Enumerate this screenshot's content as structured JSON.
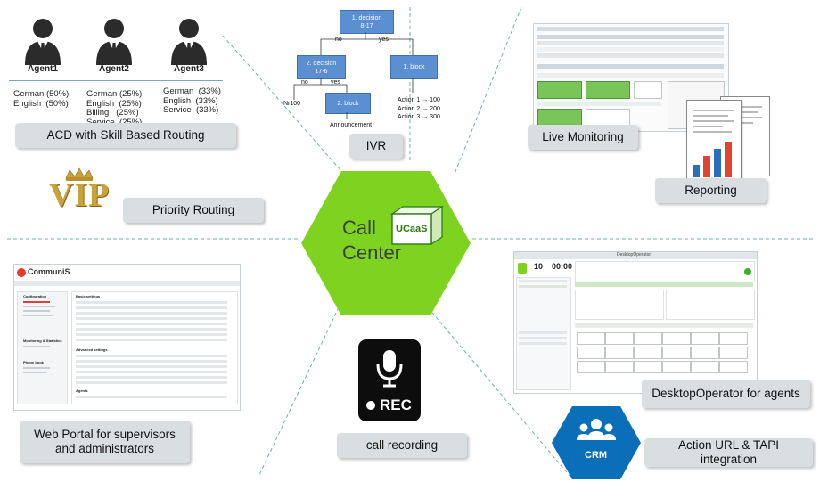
{
  "center": {
    "line1": "Call",
    "line2": "Center",
    "badge": "UCaaS"
  },
  "acd": {
    "agents": [
      {
        "name": "Agent1",
        "skills": "German (50%)\nEnglish  (50%)"
      },
      {
        "name": "Agent2",
        "skills": "German (25%)\nEnglish  (25%)\nBilling   (25%)\nService  (25%)"
      },
      {
        "name": "Agent3",
        "skills": "German  (33%)\nEnglish  (33%)\nService  (33%)"
      }
    ],
    "label": "ACD with Skill Based Routing"
  },
  "priority": {
    "logo_text": "VIP",
    "label": "Priority Routing"
  },
  "ivr": {
    "label": "IVR",
    "node1": "1. decision\n8-17",
    "node2": "2. decision\n17-6",
    "node3": "1. block",
    "node4": "2. block",
    "no1": "no",
    "yes1": "yes",
    "no2": "no",
    "yes2": "yes",
    "nr100": "Nr100",
    "actions": "Action 1 → 100\nAction 2 → 200\nAction 3 → 300",
    "announcement": "Announcement"
  },
  "monitoring": {
    "label": "Live Monitoring"
  },
  "reporting": {
    "label": "Reporting",
    "bar_colors": [
      "#2a6fbe",
      "#e0462f",
      "#2a6fbe",
      "#e0462f"
    ]
  },
  "webportal": {
    "label": "Web Portal for supervisors and administrators",
    "logo": "CommuniS",
    "menu": [
      "Configuration",
      "Monitoring & Statistics",
      "Phone book"
    ],
    "sections": [
      "Basic settings",
      "Advanced settings",
      "Agents"
    ]
  },
  "recording": {
    "label": "call recording",
    "badge": "REC"
  },
  "desktop": {
    "label": "DesktopOperator for agents",
    "title": "DesktopOperator",
    "count": "10",
    "time": "00:00"
  },
  "crm": {
    "badge": "CRM",
    "label": "Action URL & TAPI integration"
  },
  "colors": {
    "green": "#7ed321",
    "label_bg": "#d9dfe1",
    "line": "#5fa6a6",
    "crm_blue": "#0a6fb8",
    "ivr_blue": "#5b8fd1"
  }
}
